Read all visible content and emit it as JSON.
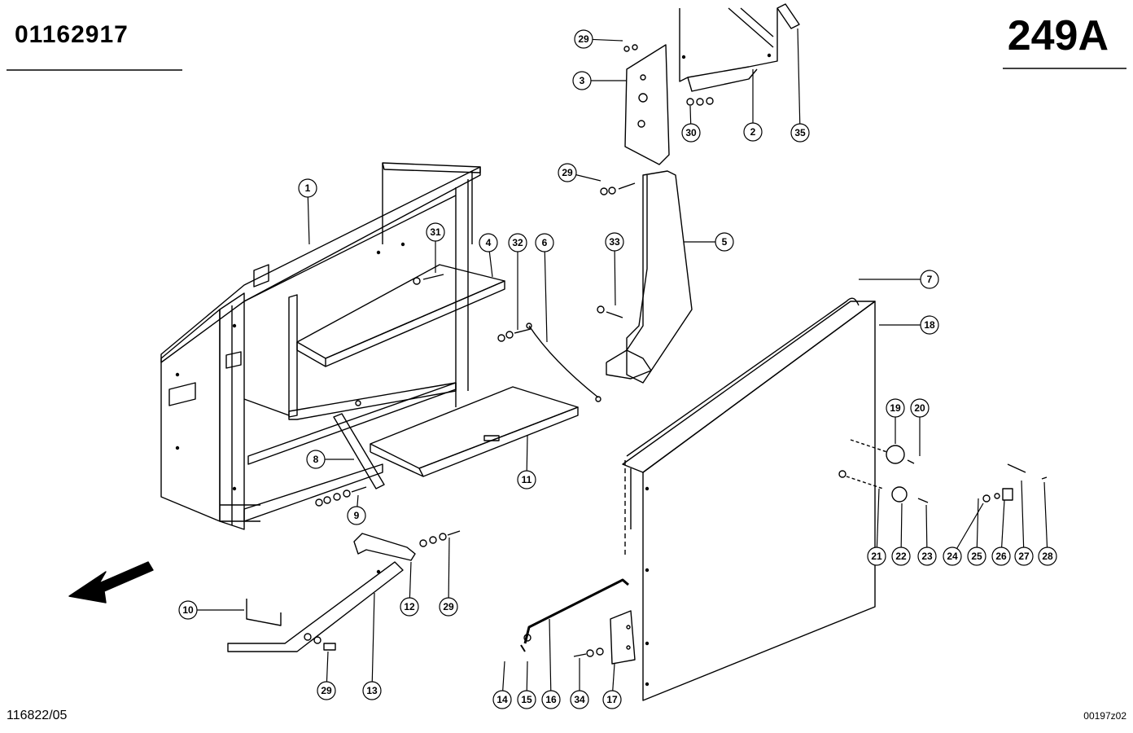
{
  "header": {
    "part_number": "01162917",
    "page_code": "249A"
  },
  "footer": {
    "left_code": "116822/05",
    "right_code": "00197z02"
  },
  "callouts": [
    "1",
    "2",
    "3",
    "4",
    "5",
    "6",
    "7",
    "8",
    "9",
    "10",
    "11",
    "12",
    "13",
    "14",
    "15",
    "16",
    "17",
    "18",
    "19",
    "20",
    "21",
    "22",
    "23",
    "24",
    "25",
    "26",
    "27",
    "28",
    "29",
    "29",
    "29",
    "29",
    "30",
    "31",
    "32",
    "33",
    "34",
    "35"
  ],
  "direction_arrow": "forward-arrow-icon"
}
